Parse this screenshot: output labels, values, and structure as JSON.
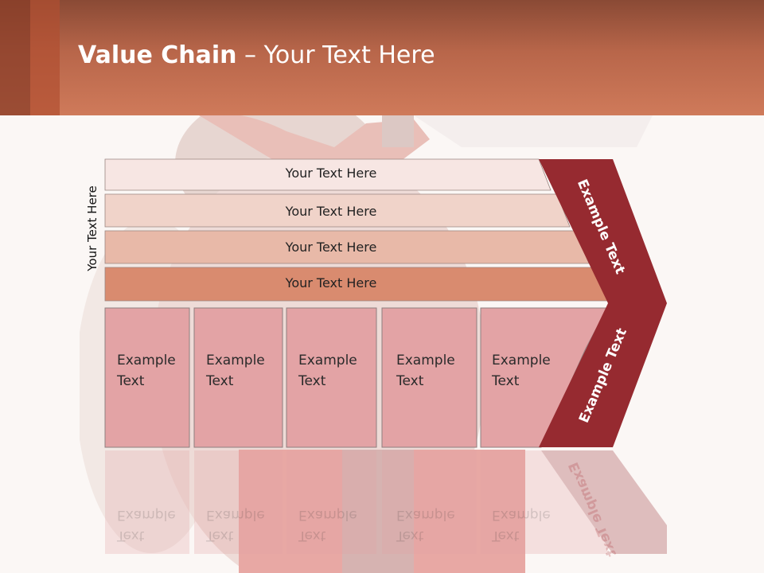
{
  "header": {
    "title_bold": "Value Chain",
    "title_rest": " – Your Text Here"
  },
  "side_label": "Your Text Here",
  "bars": [
    {
      "label": "Your Text Here",
      "color": "#f7e6e3"
    },
    {
      "label": "Your Text Here",
      "color": "#f0d3c9"
    },
    {
      "label": "Your Text Here",
      "color": "#e8b9a8"
    },
    {
      "label": "Your Text Here",
      "color": "#d98b6f"
    }
  ],
  "boxes": [
    {
      "line1": "Example",
      "line2": "Text"
    },
    {
      "line1": "Example",
      "line2": "Text"
    },
    {
      "line1": "Example",
      "line2": "Text"
    },
    {
      "line1": "Example",
      "line2": "Text"
    },
    {
      "line1": "Example",
      "line2": "Text"
    }
  ],
  "arrow": {
    "upper_label": "Example Text",
    "lower_label": "Example Text",
    "color": "#962a30"
  },
  "colors": {
    "header": "#c06a4c",
    "box_fill": "#e3a3a5",
    "box_border": "#8f7f7f"
  }
}
